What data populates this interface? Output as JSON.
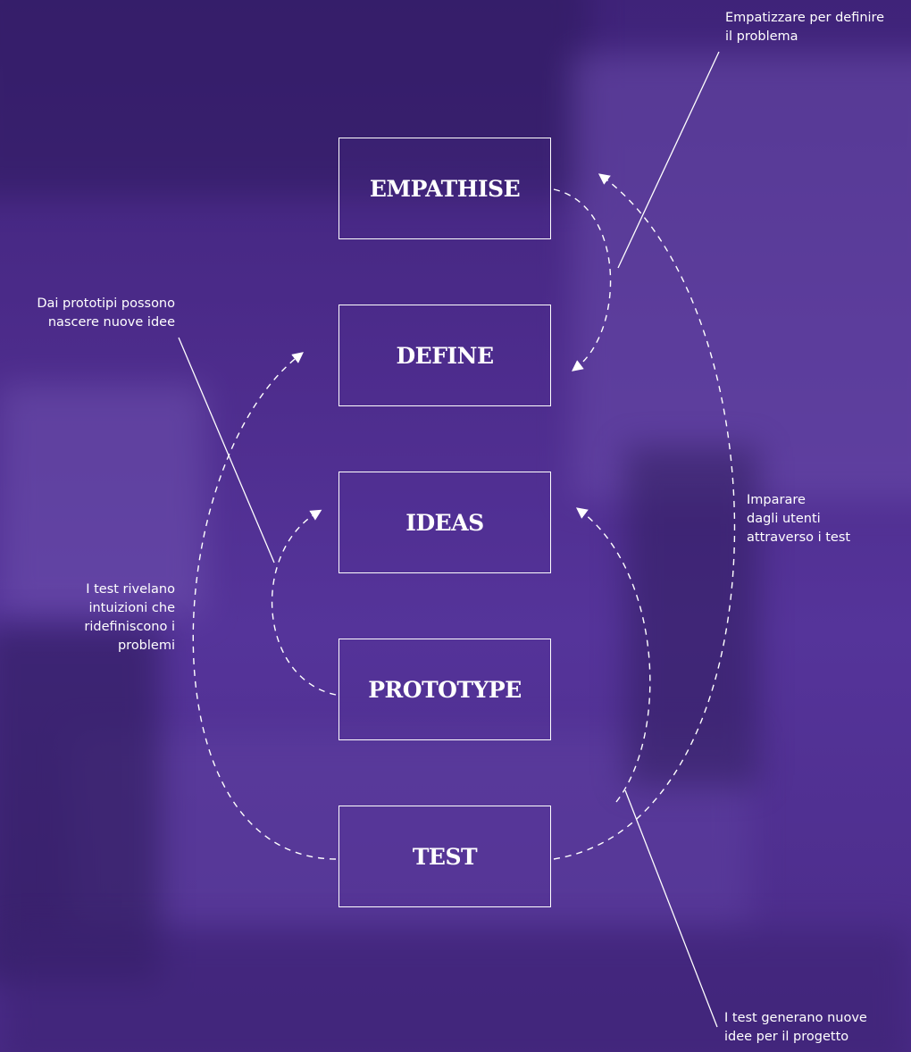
{
  "stages": [
    {
      "label": "EMPATHISE"
    },
    {
      "label": "DEFINE"
    },
    {
      "label": "IDEAS"
    },
    {
      "label": "PROTOTYPE"
    },
    {
      "label": "TEST"
    }
  ],
  "annotations": {
    "empathise_define": "Empatizzare per definire\nil problema",
    "prototype_ideas": "Dai prototipi possono\nnascere nuove idee",
    "test_empathise": "Imparare\ndagli utenti\nattraverso i test",
    "test_define": "I test rivelano\nintuizioni che\nridefiniscono i\nproblemi",
    "test_ideas": "I test generano nuove\nidee per il progetto"
  },
  "colors": {
    "background": "#4a2a86",
    "line": "#ffffff",
    "text": "#ffffff"
  }
}
